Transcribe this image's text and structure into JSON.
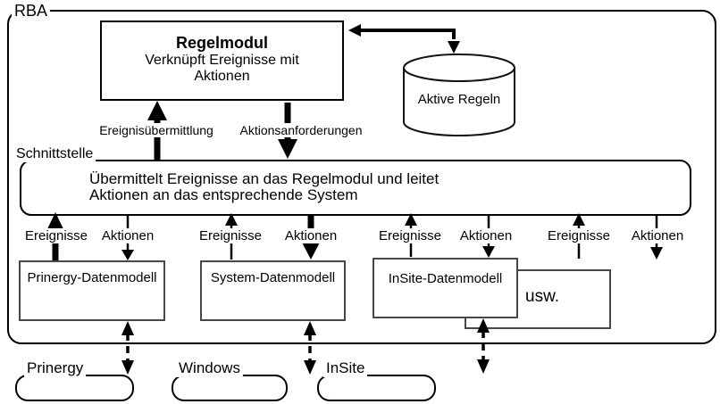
{
  "rba": {
    "label": "RBA"
  },
  "regelmodul": {
    "title": "Regelmodul",
    "subtitle_line1": "Verknüpft Ereignisse mit",
    "subtitle_line2": "Aktionen"
  },
  "rules_store": {
    "label": "Aktive Regeln"
  },
  "module_links": {
    "events": "Ereignisübermittlung",
    "actions": "Aktionsanforderungen"
  },
  "schnittstelle": {
    "label": "Schnittstelle",
    "description_line1": "Übermittelt Ereignisse an das Regelmodul und leitet",
    "description_line2": "Aktionen an das entsprechende System"
  },
  "channels": [
    {
      "events": "Ereignisse",
      "actions": "Aktionen"
    },
    {
      "events": "Ereignisse",
      "actions": "Aktionen"
    },
    {
      "events": "Ereignisse",
      "actions": "Aktionen"
    },
    {
      "events": "Ereignisse",
      "actions": "Aktionen"
    }
  ],
  "data_models": [
    {
      "label": "Prinergy-Datenmodell"
    },
    {
      "label": "System-Datenmodell"
    },
    {
      "label": "InSite-Datenmodell"
    },
    {
      "label": "usw."
    }
  ],
  "systems": [
    {
      "label": "Prinergy"
    },
    {
      "label": "Windows"
    },
    {
      "label": "InSite"
    }
  ]
}
